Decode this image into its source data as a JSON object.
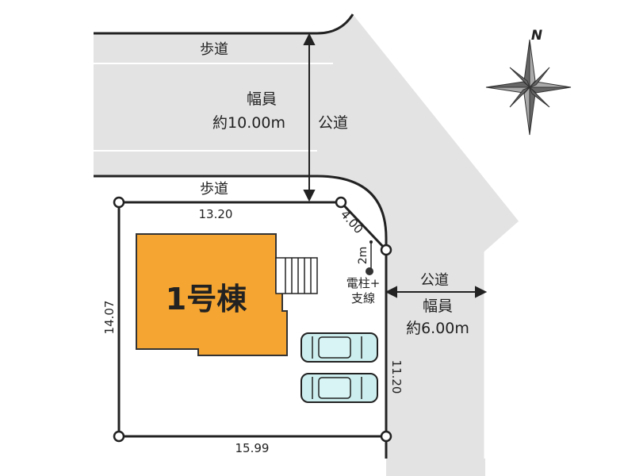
{
  "roads": {
    "sidewalk_top": "歩道",
    "sidewalk_bottom": "歩道",
    "main_road_width_label": "幅員",
    "main_road_width": "約10.00m",
    "main_road_type": "公道",
    "side_road_type": "公道",
    "side_road_width_label": "幅員",
    "side_road_width": "約6.00m"
  },
  "lot": {
    "top": "13.20",
    "corner_cut": "4.00",
    "left": "14.07",
    "right": "11.20",
    "bottom": "15.99"
  },
  "building": {
    "label": "1号棟"
  },
  "pole": {
    "distance": "2m",
    "label_line1": "電柱+",
    "label_line2": "支線"
  },
  "compass": {
    "label": "N"
  },
  "colors": {
    "road": "#e3e3e3",
    "building": "#f5a531",
    "car": "#cdeeee",
    "line": "#222222"
  }
}
